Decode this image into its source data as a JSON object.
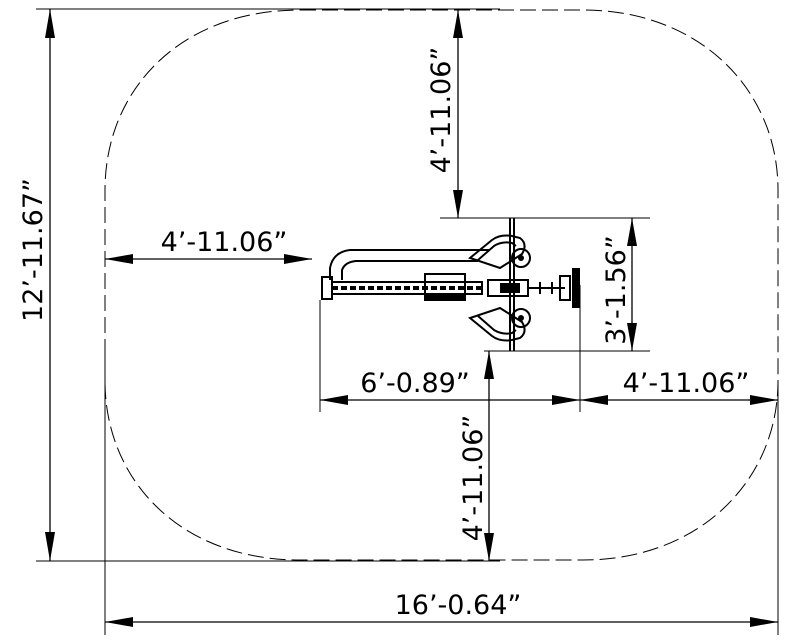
{
  "dimensions": {
    "overall_height": "12’-11.67”",
    "overall_width": "16’-0.64”",
    "top_clearance": "4’-11.06”",
    "left_clearance": "4’-11.06”",
    "right_clearance": "4’-11.06”",
    "bottom_clearance": "4’-11.06”",
    "equipment_length": "6’-0.89”",
    "equipment_width": "3’-1.56”"
  }
}
